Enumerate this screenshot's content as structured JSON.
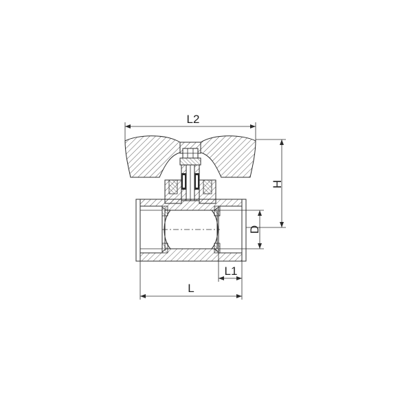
{
  "dimensions": {
    "overall_length": "L",
    "handle_length": "L2",
    "height": "H",
    "bore_diameter": "D",
    "thread_length": "L1"
  }
}
